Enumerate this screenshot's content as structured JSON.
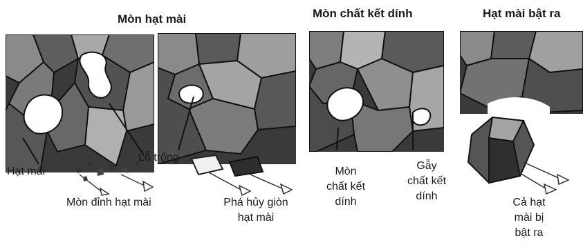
{
  "titles": {
    "grain_wear": "Mòn hạt mài",
    "bond_wear": "Mòn chất kết dính",
    "grain_pullout": "Hạt mài bật ra"
  },
  "labels": {
    "abrasive_grain": "Hạt mài",
    "pore": "Lỗ trống",
    "tip_wear": "Mòn đỉnh hạt mài",
    "brittle_fracture_line1": "Phá hủy giòn",
    "brittle_fracture_line2": "hạt mài",
    "bond_wear_line1": "Mòn",
    "bond_wear_line2": "chất kết",
    "bond_wear_line3": "dính",
    "bond_break_line1": "Gẫy",
    "bond_break_line2": "chất kết",
    "bond_break_line3": "dính",
    "whole_grain_line1": "Cả hạt",
    "whole_grain_line2": "mài bị",
    "whole_grain_line3": "bật ra"
  },
  "colors": {
    "grain_dark": "#2b2b2b",
    "grain_mid": "#6e6e6e",
    "grain_light": "#bdbdbd",
    "bond": "#4a4a4a",
    "pore": "#ffffff"
  }
}
